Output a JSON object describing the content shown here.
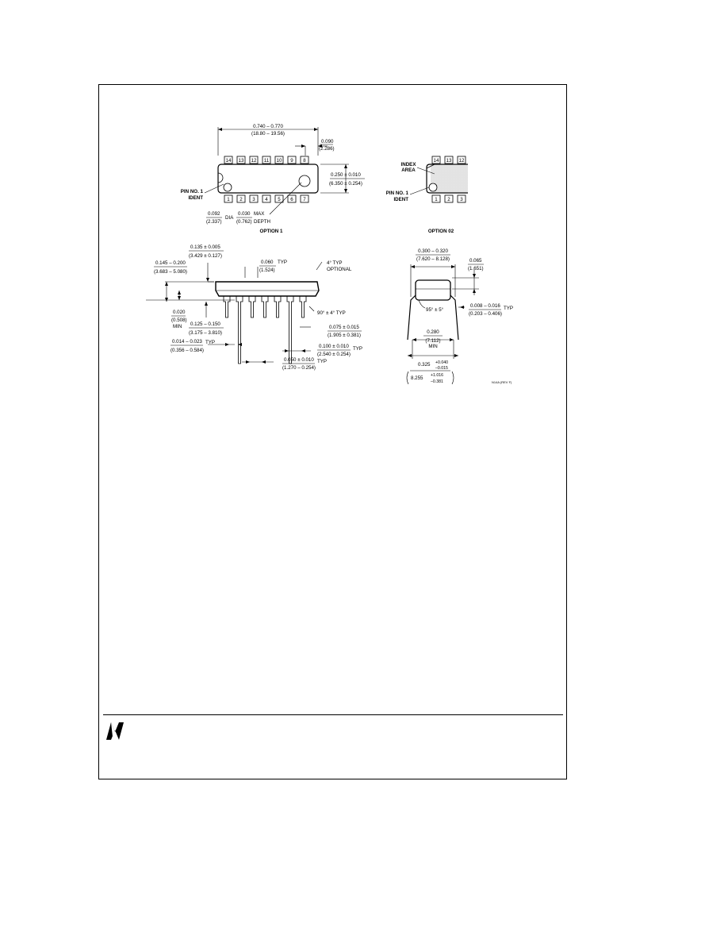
{
  "option1": {
    "label": "OPTION 1",
    "top_pins": [
      "14",
      "13",
      "12",
      "11",
      "10",
      "9",
      "8"
    ],
    "bottom_pins": [
      "1",
      "2",
      "3",
      "4",
      "5",
      "6",
      "7"
    ],
    "length_in": "0.740 – 0.770",
    "length_mm": "(18.80 – 19.56)",
    "end_in": "0.090",
    "end_mm": "(2.286)",
    "width_in": "0.250 ± 0.010",
    "width_mm": "(6.350 ± 0.254)",
    "pin1_line1": "PIN NO. 1",
    "pin1_line2": "IDENT",
    "dia_in": "0.092",
    "dia_mm": "(2.337)",
    "dia_label": "DIA",
    "depth_in": "0.030",
    "depth_mm": "(0.762)",
    "depth_label1": "MAX",
    "depth_label2": "DEPTH"
  },
  "option2": {
    "label": "OPTION 02",
    "top_pins": [
      "14",
      "13",
      "12"
    ],
    "bottom_pins": [
      "1",
      "2",
      "3"
    ],
    "index_line1": "INDEX",
    "index_line2": "AREA",
    "pin1_line1": "PIN NO. 1",
    "pin1_line2": "IDENT"
  },
  "side_view": {
    "d1_in": "0.135 ± 0.005",
    "d1_mm": "(3.429 ± 0.127)",
    "d2_in": "0.145 – 0.200",
    "d2_mm": "(3.683 – 5.080)",
    "d3_in": "0.060",
    "d3_mm": "(1.524)",
    "d3_typ": "TYP",
    "angle_a1": "4° TYP",
    "angle_a2": "OPTIONAL",
    "d4_in": "0.020",
    "d4_mm": "(0.508)",
    "d4_min": "MIN",
    "d5_in": "0.125 – 0.150",
    "d5_mm": "(3.175 – 3.810)",
    "angle_b": "90° ± 4° TYP",
    "d6_in": "0.075 ± 0.015",
    "d6_mm": "(1.905 ± 0.381)",
    "d7_in": "0.014 – 0.023",
    "d7_mm": "(0.356 – 0.584)",
    "d7_typ": "TYP",
    "d8_in": "0.100 ± 0.010",
    "d8_mm": "(2.540 ± 0.254)",
    "d8_typ": "TYP",
    "d9_in": "0.050 ± 0.010",
    "d9_mm": "(1.270 – 0.254)",
    "d9_typ": "TYP"
  },
  "end_view": {
    "w_in": "0.300 – 0.320",
    "w_mm": "(7.620 – 8.128)",
    "h_in": "0.065",
    "h_mm": "(1.651)",
    "angle": "95° ± 5°",
    "lead_in": "0.008 – 0.016",
    "lead_mm": "(0.203 – 0.406)",
    "lead_typ": "TYP",
    "min_in": "0.280",
    "min_mm": "(7.112)",
    "min_label": "MIN",
    "span_in": "0.325",
    "span_tol_plus": "+0.040",
    "span_tol_minus": "–0.015",
    "span_mm": "8.255",
    "span_mm_plus": "+1.016",
    "span_mm_minus": "–0.381"
  },
  "drawing_id": "N14A (REV F)"
}
